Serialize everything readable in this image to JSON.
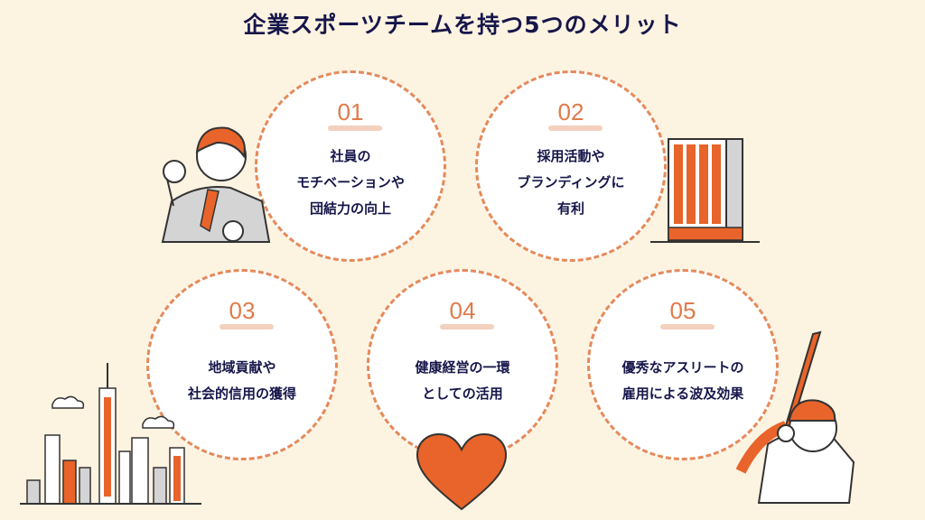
{
  "title": "企業スポーツチームを持つ5つのメリット",
  "colors": {
    "background": "#fdf3e1",
    "accent": "#e8642a",
    "text": "#16164a"
  },
  "merits": [
    {
      "num": "01",
      "lines": [
        "社員の",
        "モチベーションや",
        "団結力の向上"
      ]
    },
    {
      "num": "02",
      "lines": [
        "採用活動や",
        "ブランディングに",
        "有利"
      ]
    },
    {
      "num": "03",
      "lines": [
        "地域貢献や",
        "社会的信用の獲得"
      ]
    },
    {
      "num": "04",
      "lines": [
        "健康経営の一環",
        "としての活用"
      ]
    },
    {
      "num": "05",
      "lines": [
        "優秀なアスリートの",
        "雇用による波及効果"
      ]
    }
  ]
}
